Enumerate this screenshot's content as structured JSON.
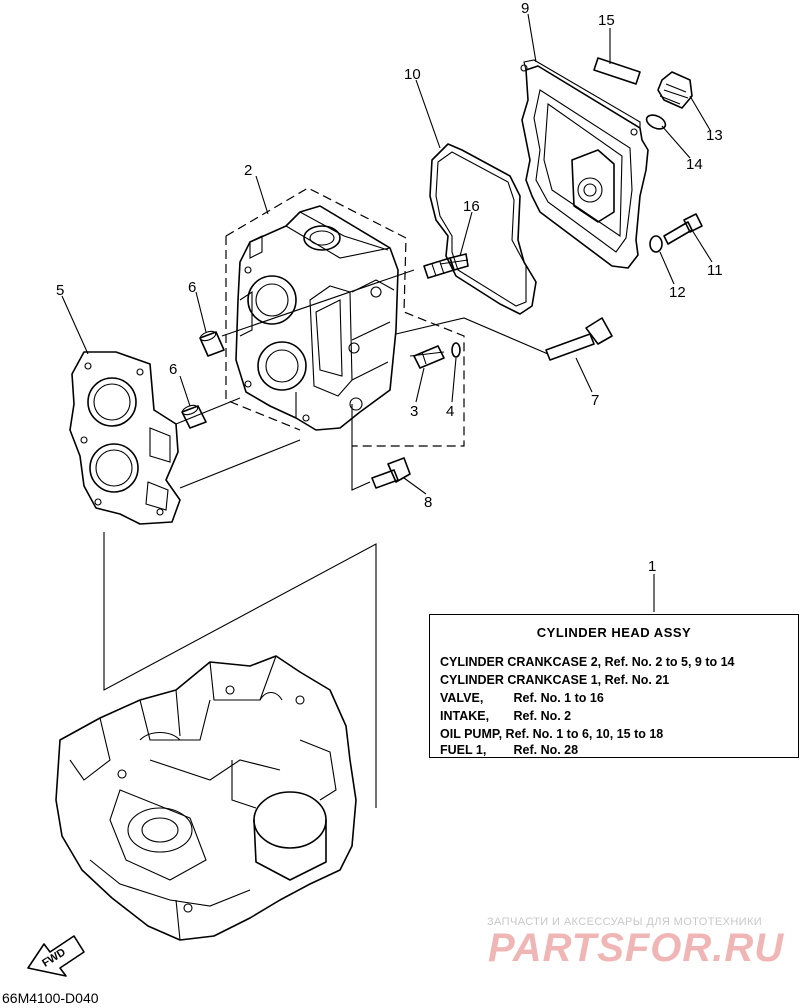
{
  "callouts": [
    "9",
    "15",
    "10",
    "13",
    "14",
    "16",
    "2",
    "11",
    "12",
    "5",
    "6",
    "6",
    "7",
    "3",
    "4",
    "8",
    "1"
  ],
  "info_box": {
    "title": "CYLINDER  HEAD ASSY",
    "rows": [
      {
        "name": "CYLINDER CRANKCASE 2,",
        "ref": "Ref. No. 2 to 5, 9 to 14"
      },
      {
        "name": "CYLINDER CRANKCASE 1,",
        "ref": "Ref. No. 21"
      },
      {
        "name": "VALVE,",
        "ref": "Ref. No. 1 to 16"
      },
      {
        "name": "INTAKE,",
        "ref": "Ref. No. 2"
      },
      {
        "name": "OIL PUMP,",
        "ref": "Ref. No. 1 to 6, 10, 15 to 18"
      },
      {
        "name": "FUEL 1,",
        "ref": "Ref. No. 28"
      }
    ]
  },
  "fwd_label": "FWD",
  "drawing_code": "66M4100-D040",
  "watermark": {
    "subtitle": "ЗАПЧАСТИ И АКСЕССУАРЫ ДЛЯ МОТОТЕХНИКИ",
    "logo": "PARTSFOR.RU"
  }
}
